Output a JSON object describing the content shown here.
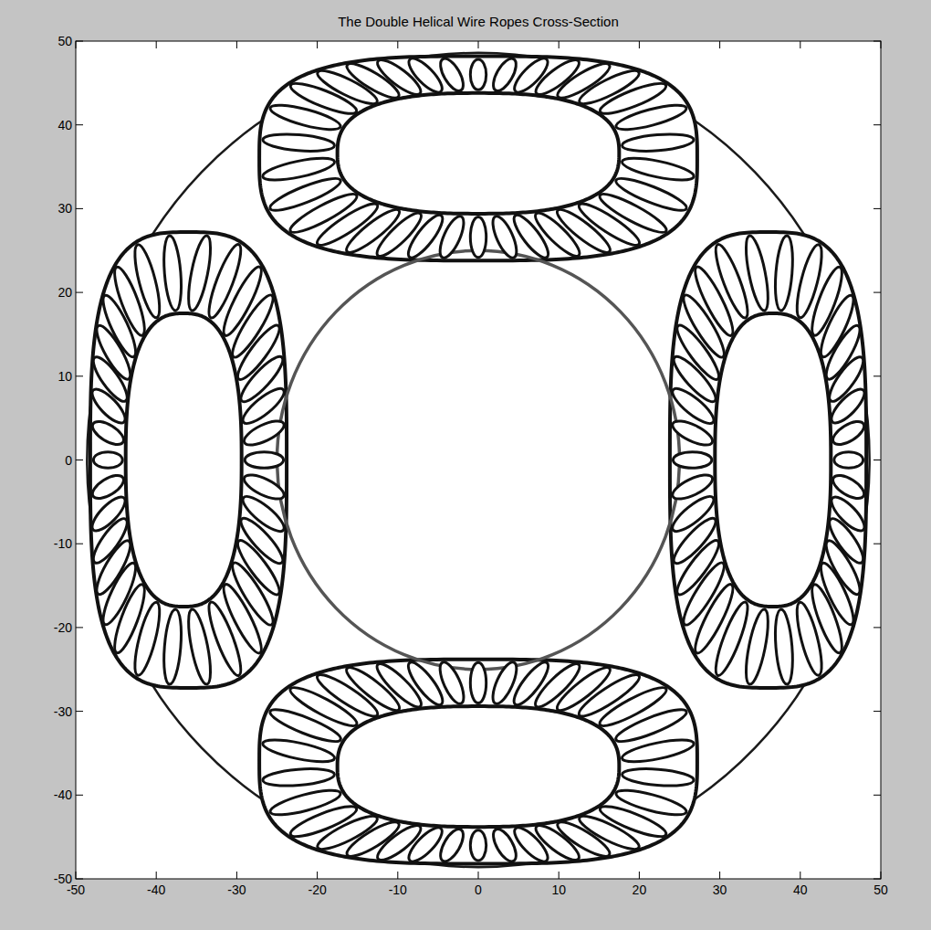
{
  "diagram": {
    "title": "The Double Helical Wire Ropes Cross-Section",
    "labels": [
      "50",
      "40",
      "30",
      "20",
      "10",
      "0",
      "-10",
      "-20",
      "-30",
      "-40",
      "-50",
      "-50",
      "-40",
      "-30",
      "-20",
      "-10",
      "0",
      "10",
      "20",
      "30",
      "40",
      "50"
    ]
  }
}
